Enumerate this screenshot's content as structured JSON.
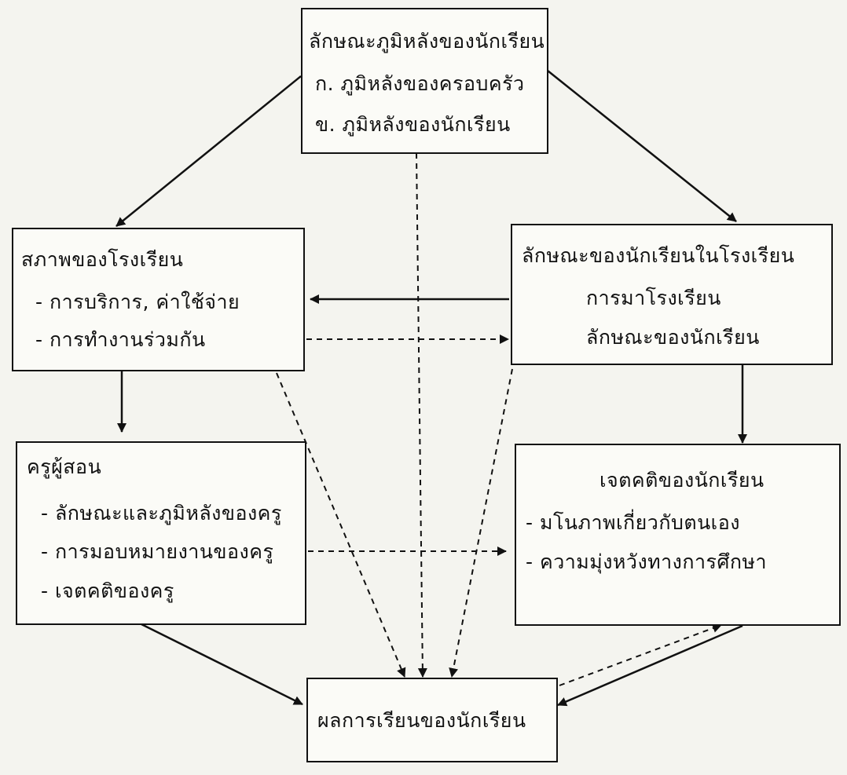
{
  "diagram": {
    "background_box": {
      "title": "ลักษณะภูมิหลังของนักเรียน",
      "item_a": "ก. ภูมิหลังของครอบครัว",
      "item_b": "ข. ภูมิหลังของนักเรียน"
    },
    "school_box": {
      "title": "สภาพของโรงเรียน",
      "item_1": "- การบริการ, ค่าใช้จ่าย",
      "item_2": "- การทำงานร่วมกัน"
    },
    "student_in_school_box": {
      "title": "ลักษณะของนักเรียนในโรงเรียน",
      "item_1": "การมาโรงเรียน",
      "item_2": "ลักษณะของนักเรียน"
    },
    "teacher_box": {
      "title": "ครูผู้สอน",
      "item_1": "- ลักษณะและภูมิหลังของครู",
      "item_2": "- การมอบหมายงานของครู",
      "item_3": "- เจตคติของครู"
    },
    "attitude_box": {
      "title": "เจตคติของนักเรียน",
      "item_1": "- มโนภาพเกี่ยวกับตนเอง",
      "item_2": "- ความมุ่งหวังทางการศึกษา"
    },
    "outcome_box": {
      "title": "ผลการเรียนของนักเรียน"
    },
    "colors": {
      "ink": "#111111",
      "paper": "#f4f4ef"
    }
  }
}
